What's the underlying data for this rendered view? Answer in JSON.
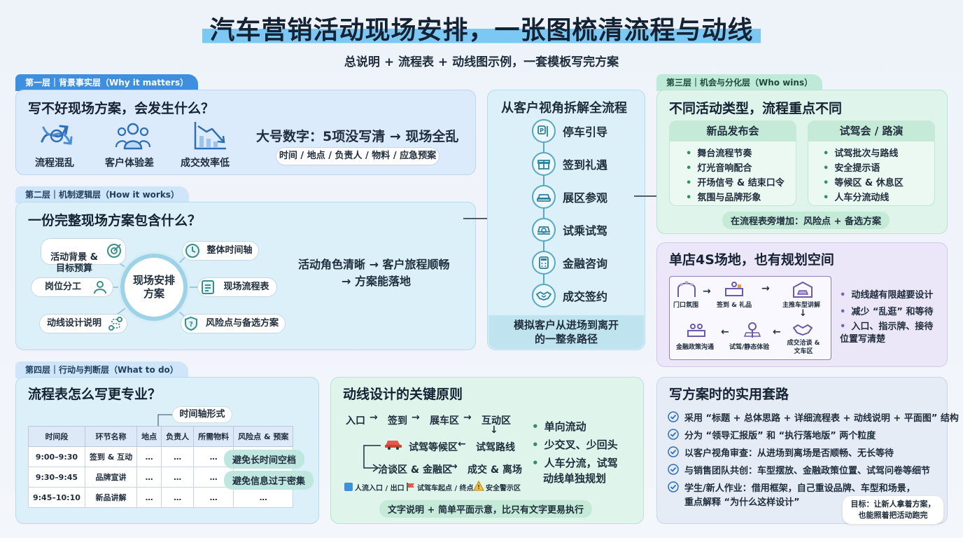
{
  "title": "汽车营销活动现场安排，一张图梳清流程与动线",
  "subtitle": "总说明 + 流程表 + 动线图示例，一套模板写完方案",
  "layer1": {
    "tab": "第一层｜背景事实层（Why it matters）",
    "heading": "写不好现场方案，会发生什么？",
    "icons": [
      "流程混乱",
      "客户体验差",
      "成交效率低"
    ],
    "big_number": "大号数字：5项没写清 → 现场全乱",
    "items": "时间 / 地点 / 负责人 / 物料 / 应急预案"
  },
  "layer2": {
    "tab": "第二层｜机制逻辑层（How it works）",
    "heading": "一份完整现场方案包含什么？",
    "center": "现场安排\n方案",
    "nodes": [
      "活动背景 &\n目标预算",
      "岗位分工",
      "动线设计说明",
      "整体时间轴",
      "现场流程表",
      "风险点与备选方案"
    ],
    "conclusion_1": "活动角色清晰 → 客户旅程顺畅",
    "conclusion_2": "→ 方案能落地"
  },
  "journey": {
    "heading": "从客户视角拆解全流程",
    "steps": [
      "停车引导",
      "签到礼遇",
      "展区参观",
      "试乘试驾",
      "金融咨询",
      "成交签约"
    ],
    "footer": "模拟客户从进场到离开\n的一整条路径"
  },
  "layer3": {
    "tab": "第三层｜机会与分化层（Who wins）",
    "heading": "不同活动类型，流程重点不同",
    "col1_title": "新品发布会",
    "col1_items": [
      "舞台流程节奏",
      "灯光音响配合",
      "开场信号 & 结束口令",
      "氛围与品牌形象"
    ],
    "col2_title": "试驾会 / 路演",
    "col2_items": [
      "试驾批次与路线",
      "安全提示语",
      "等候区 & 休息区",
      "人车分流动线"
    ],
    "note": "在流程表旁增加：风险点 + 备选方案"
  },
  "store": {
    "heading": "单店4S场地，也有规划空间",
    "map_labels": [
      "门口氛围",
      "签到 & 礼品",
      "主推车型讲解",
      "金融政策沟通",
      "试驾/静态体验",
      "成交洽谈 &\n文车区"
    ],
    "bullets": [
      "动线越有限越要设计",
      "减少 “乱逛” 和等待",
      "入口、指示牌、接待\n位置写清楚"
    ]
  },
  "layer4": {
    "tab": "第四层｜行动与判断层（What to do）",
    "heading": "流程表怎么写更专业？",
    "timeline_label": "时间轴形式",
    "columns": [
      "时间段",
      "环节名称",
      "地点",
      "负责人",
      "所需物料",
      "风险点 & 预案"
    ],
    "rows": [
      [
        "9:00–9:30",
        "签到 & 互动",
        "…",
        "…",
        "…",
        ""
      ],
      [
        "9:30–9:45",
        "品牌宣讲",
        "…",
        "…",
        "…",
        ""
      ],
      [
        "9:45–10:10",
        "新品讲解",
        "…",
        "…",
        "…",
        "…"
      ]
    ],
    "tip1": "避免长时间空档",
    "tip2": "避免信息过于密集"
  },
  "route": {
    "heading": "动线设计的关键原则",
    "flow": [
      "入口",
      "签到",
      "展车区",
      "互动区",
      "试驾路线",
      "试驾等候区",
      "洽谈区 & 金融区",
      "成交 & 离场"
    ],
    "principles": [
      "单向流动",
      "少交叉、少回头",
      "人车分流，试驾",
      "动线单独规划"
    ],
    "legend": [
      "人流入口 / 出口",
      "试驾车起点 / 终点",
      "安全警示区"
    ],
    "footer": "文字说明 + 简单平面示意，比只有文字更易执行"
  },
  "tips": {
    "heading": "写方案时的实用套路",
    "items": [
      "采用 “标题 + 总体思路 + 详细流程表 + 动线说明 + 平面图” 结构",
      "分为 “领导汇报版” 和 “执行落地版” 两个粒度",
      "以客户视角审查：从进场到离场是否顺畅、无长等待",
      "与销售团队共创：车型摆放、金融政策位置、试驾问卷等细节",
      "学生/新人作业：借用框架，自己重设品牌、车型和场景，",
      "重点解释 “为什么这样设计”"
    ],
    "goal": "目标：让新人拿着方案，\n也能照着把活动跑完"
  },
  "colors": {
    "accent": "#3f8fe0",
    "teal": "#5aa7c4",
    "green": "#3aa27a",
    "purple": "#7a62c4"
  }
}
